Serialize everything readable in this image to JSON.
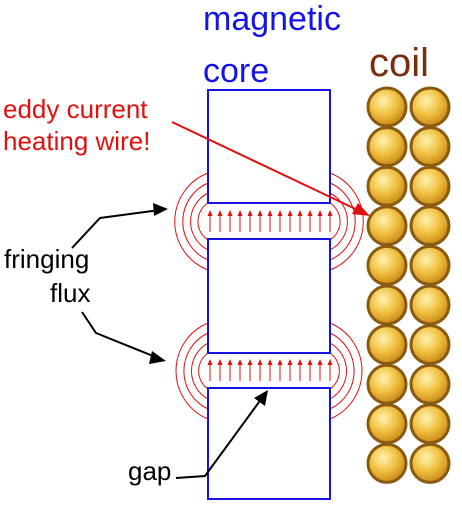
{
  "labels": {
    "core_line1": "magnetic",
    "core_line2": "core",
    "coil": "coil",
    "eddy_line1": "eddy current",
    "eddy_line2": "heating wire!",
    "fringing_line1": "fringing",
    "fringing_line2": "flux",
    "gap": "gap"
  },
  "colors": {
    "core_outline": "#1414e6",
    "flux": "#e01010",
    "coil_fill": "#f0c040",
    "coil_outline": "#8a5a10",
    "arrow": "#000000"
  }
}
